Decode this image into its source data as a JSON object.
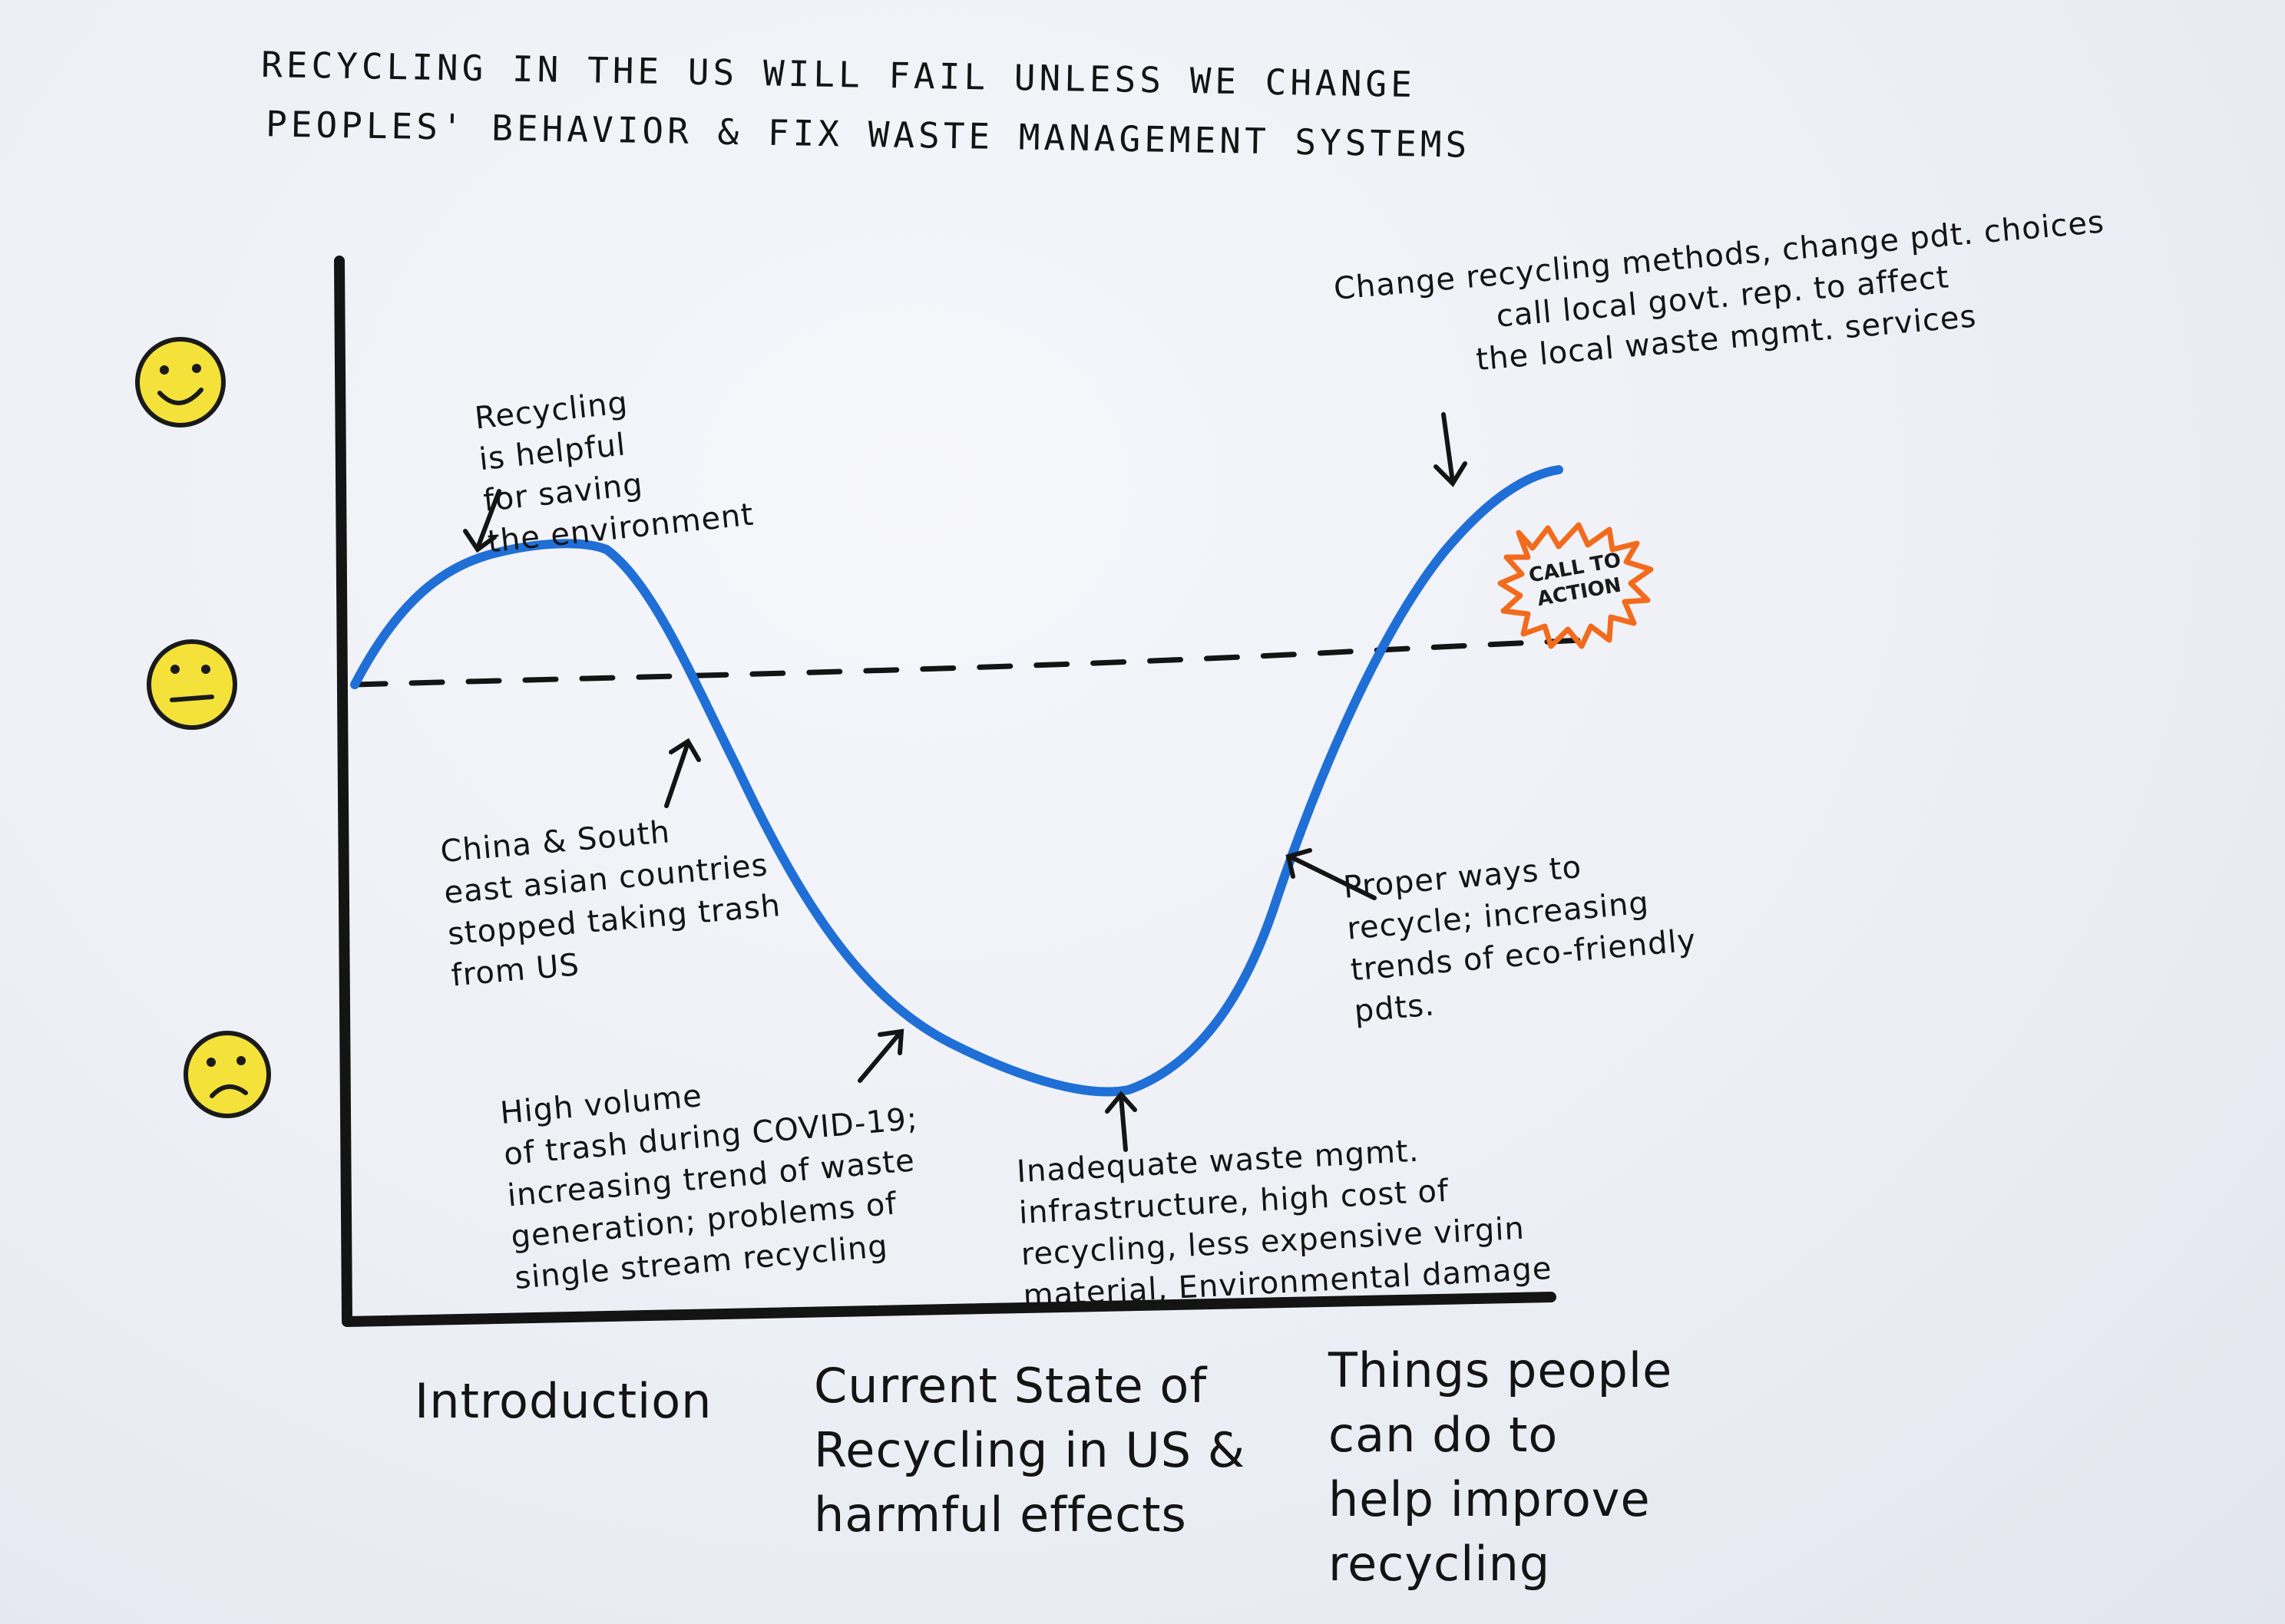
{
  "title": {
    "line1": "Recycling in the US will fail unless we change",
    "line2": "peoples' behavior & fix waste management systems"
  },
  "emotions": [
    {
      "name": "happy",
      "icon": "happy-face-icon"
    },
    {
      "name": "neutral",
      "icon": "neutral-face-icon"
    },
    {
      "name": "sad",
      "icon": "sad-face-icon"
    }
  ],
  "annotations": {
    "intro_peak": "Recycling\nis helpful\nfor saving\nthe environment",
    "first_drop": "China & South\neast asian countries\nstopped taking trash\nfrom US",
    "covid": "High volume\nof trash during COVID-19;\nincreasing trend of waste\ngeneration; problems of\nsingle stream recycling",
    "trough": "Inadequate waste mgmt.\ninfrastructure, high cost of\nrecycling, less expensive virgin\nmaterial, Environmental damage",
    "recovery": "Proper ways to\nrecycle; increasing\ntrends of eco-friendly\npdts.",
    "top_right": "Change recycling methods, change pdt. choices\ncall local govt. rep. to affect\nthe local waste mgmt. services"
  },
  "callout": {
    "text": "CALL TO\nACTION",
    "color": "#f26b1d"
  },
  "stages": [
    "Introduction",
    "Current State of\nRecycling in US &\nharmful effects",
    "Things people\ncan do to\nhelp improve\nrecycling"
  ],
  "colors": {
    "curve": "#1f6fd6",
    "ink": "#141414",
    "face": "#f4e23a",
    "callout": "#f26b1d"
  }
}
